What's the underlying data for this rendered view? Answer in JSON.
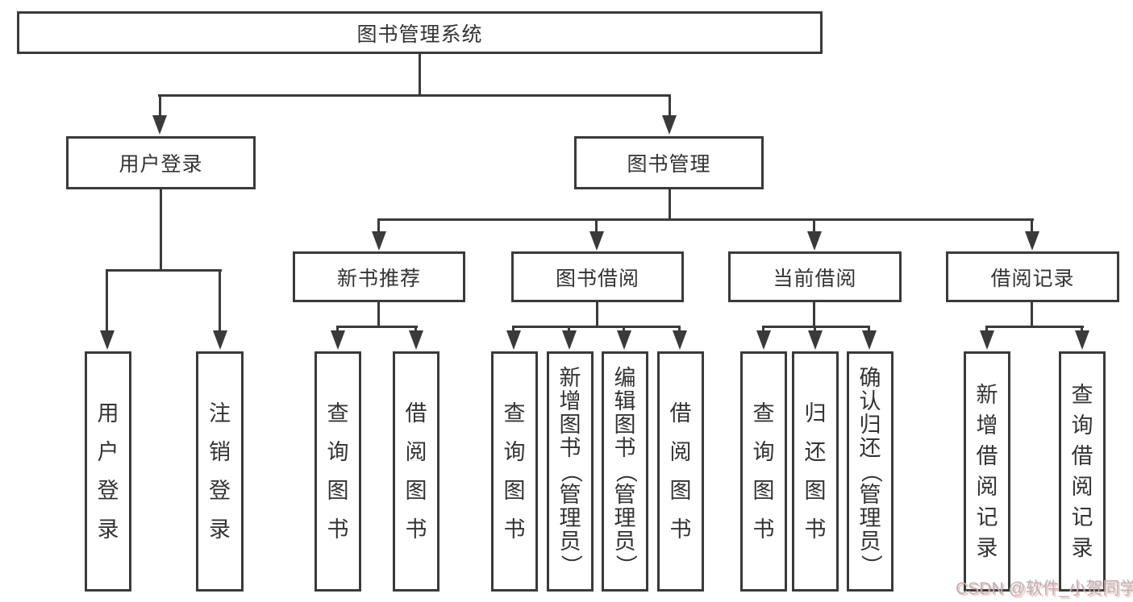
{
  "page": {
    "background": "#ffffff",
    "line_color": "#3a3a3a",
    "text_color": "#333333",
    "watermark_color": "#b5b5b5"
  },
  "diagram": {
    "type": "org-chart / function tree",
    "root": {
      "label": "图书管理系统",
      "children": [
        {
          "label": "用户登录",
          "children": [
            {
              "label": "用户登录"
            },
            {
              "label": "注销登录"
            }
          ]
        },
        {
          "label": "图书管理",
          "children": [
            {
              "label": "新书推荐",
              "children": [
                {
                  "label": "查询图书"
                },
                {
                  "label": "借阅图书"
                }
              ]
            },
            {
              "label": "图书借阅",
              "children": [
                {
                  "label": "查询图书"
                },
                {
                  "label": "新增图书（管理员）"
                },
                {
                  "label": "编辑图书（管理员）"
                },
                {
                  "label": "借阅图书"
                }
              ]
            },
            {
              "label": "当前借阅",
              "children": [
                {
                  "label": "查询图书"
                },
                {
                  "label": "归还图书"
                },
                {
                  "label": "确认归还（管理员）"
                }
              ]
            },
            {
              "label": "借阅记录",
              "children": [
                {
                  "label": "新增借阅记录"
                },
                {
                  "label": "查询借阅记录"
                }
              ]
            }
          ]
        }
      ]
    },
    "watermark": "CSDN @软件_小贺同学"
  }
}
